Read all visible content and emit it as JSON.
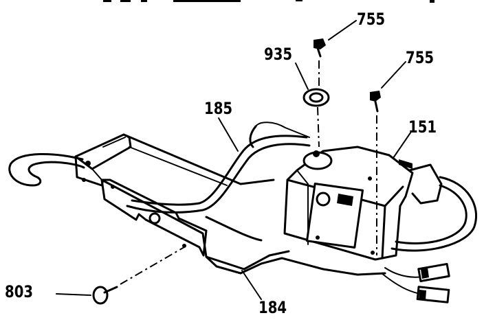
{
  "diagram": {
    "callouts": {
      "screw_top": "755",
      "washer": "935",
      "screw_right": "755",
      "rod": "185",
      "motor": "151",
      "screw_bottom": "803",
      "bracket": "184"
    }
  }
}
